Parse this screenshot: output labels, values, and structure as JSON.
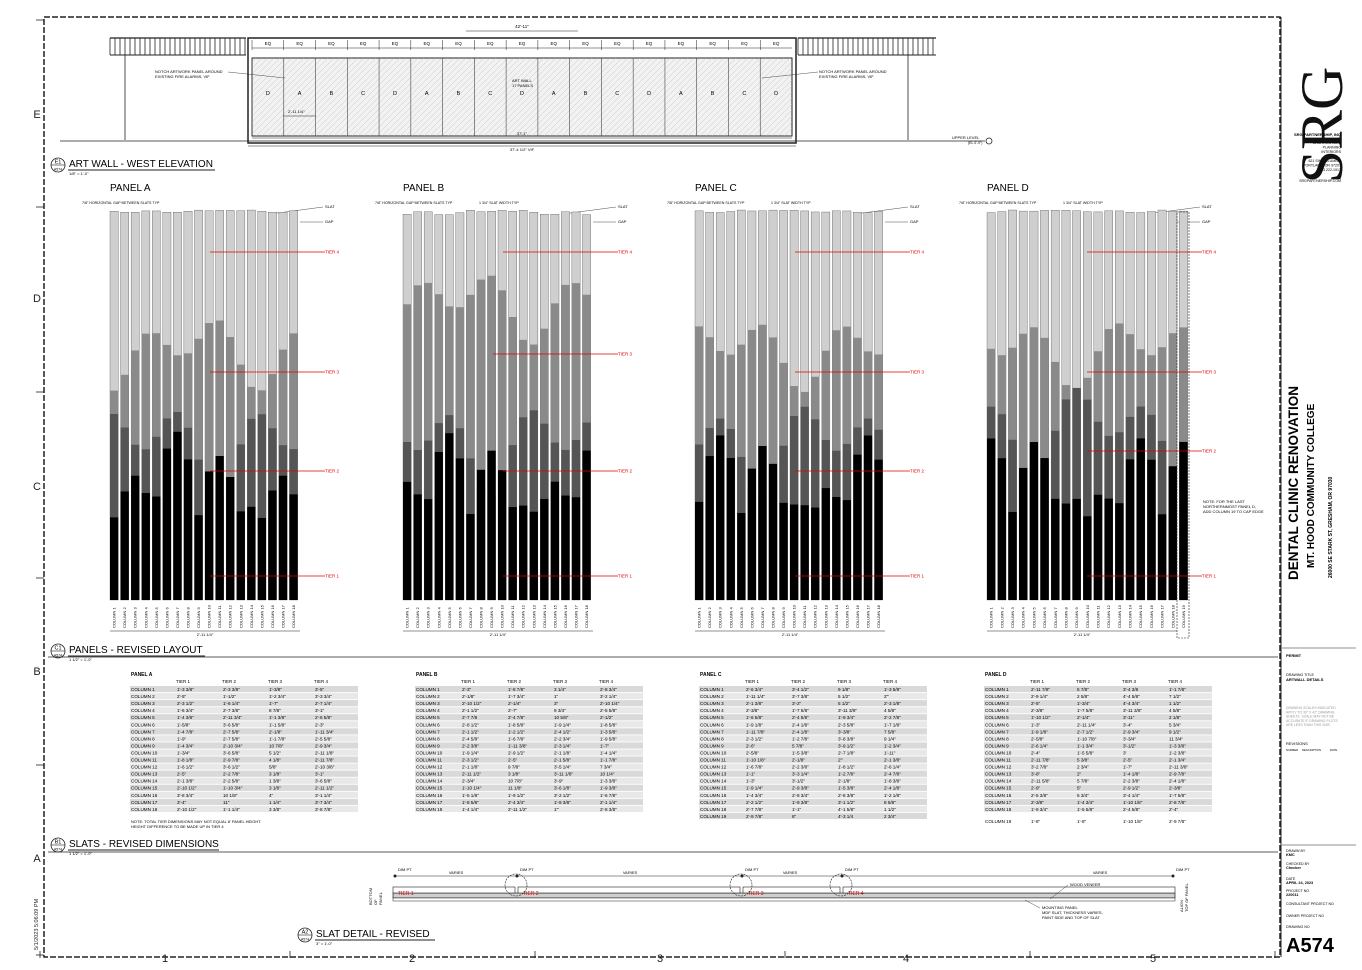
{
  "sheet": {
    "grid_cols": [
      "1",
      "2",
      "3",
      "4",
      "5"
    ],
    "grid_rows": [
      "E",
      "D",
      "C",
      "B",
      "A"
    ],
    "timestamp": "5/1/2023 5:06:09 PM"
  },
  "elevation": {
    "number": "E1",
    "ref": "A574",
    "title": "ART WALL - WEST ELEVATION",
    "scale": "1/8\" = 1'-0\"",
    "top_dim": "42'-11\"",
    "eq": "EQ",
    "panel_sequence": [
      "D",
      "A",
      "B",
      "C",
      "D",
      "A",
      "B",
      "C",
      "D",
      "A",
      "B",
      "C",
      "D",
      "A",
      "B",
      "C",
      "D"
    ],
    "note_left": [
      "NOTCH ARTWORK PANEL AROUND",
      "EXISTING FIRE ALARMS, VIF"
    ],
    "note_mid": [
      "ART WALL",
      "17 PANELS"
    ],
    "note_right": [
      "NOTCH ARTWORK PANEL AROUND",
      "EXISTING FIRE ALARMS, VIF"
    ],
    "dim_panel": "2'-11 1/4\"",
    "dim_inner": "37'-1\"",
    "dim_overall": "37'-4 1/2\" VIF",
    "upper_level": "UPPER LEVEL",
    "upper_level_el": "(EL 0'-0\")"
  },
  "panels_section": {
    "number": "C1",
    "ref": "A574",
    "title": "PANELS - REVISED LAYOUT",
    "scale": "1 1/2\" = 1'-0\"",
    "note_gap": "7/8\" HORIZONTAL GAP BETWEEN SLATS TYP",
    "note_width": "1 3/4\" SLAT WIDTH TYP",
    "slat": "SLAT",
    "gap": "GAP",
    "width_dim": "2'-11 1/4\"",
    "last_note": [
      "NOTE: FOR THE LAST",
      "NORTHERNMOST PANEL D,",
      "ADD COLUMN 19 TO CAP EDGE"
    ],
    "tier_labels": [
      "TIER 1",
      "TIER 2",
      "TIER 3",
      "TIER 4"
    ],
    "column_prefix": "COLUMN",
    "panels": [
      {
        "title": "PANEL A",
        "columns": 18,
        "tier_heights": [
          0.21,
          0.4,
          0.64,
          0.85
        ]
      },
      {
        "title": "PANEL B",
        "columns": 18,
        "tier_heights": [
          0.21,
          0.4,
          0.76,
          0.98
        ]
      },
      {
        "title": "PANEL C",
        "columns": 18,
        "tier_heights": [
          0.21,
          0.4,
          0.64,
          0.85
        ]
      },
      {
        "title": "PANEL D",
        "columns": 19,
        "tier_heights": [
          0.21,
          0.44,
          0.64,
          0.85
        ]
      }
    ]
  },
  "slats_section": {
    "number": "B1",
    "ref": "A574",
    "title": "SLATS - REVISED DIMENSIONS",
    "scale": "1 1/2\" = 1'-0\"",
    "headers": [
      "TIER 1",
      "TIER 2",
      "TIER 3",
      "TIER 4"
    ],
    "note": [
      "NOTE: TOTAL TIER DIMENSIONS MAY NOT EQUAL 8' PANEL HEIGHT.",
      "HEIGHT DIFFERENCE TO BE MADE UP IN TIER 4"
    ],
    "tables": [
      {
        "title": "PANEL A",
        "rows": [
          [
            "COLUMN 1",
            "1'-3 3/8\"",
            "2'-3 3/8\"",
            "1'-3/8\"",
            "3'-5\""
          ],
          [
            "COLUMN 2",
            "2'-5\"",
            "1'-1/2\"",
            "1'-2 3/4\"",
            "3'-3 3/4\""
          ],
          [
            "COLUMN 3",
            "2'-3 1/2\"",
            "1'-6 1/4\"",
            "1'-7\"",
            "2'-7 1/4\""
          ],
          [
            "COLUMN 4",
            "1'-6 3/4\"",
            "2'-7 3/8\"",
            "8 7/8\"",
            "3'-1\""
          ],
          [
            "COLUMN 5",
            "1'-4 3/8\"",
            "2'-11 3/4\"",
            "1'-1 3/8\"",
            "2'-6 5/8\""
          ],
          [
            "COLUMN 6",
            "1'-5/8\"",
            "3'-6 5/8\"",
            "1'-1 5/8\"",
            "2'-3\""
          ],
          [
            "COLUMN 7",
            "1'-4 7/8\"",
            "2'-7 5/8\"",
            "2'-1/8\"",
            "1'-11 3/4\""
          ],
          [
            "COLUMN 8",
            "1'-9\"",
            "2'-7 5/8\"",
            "1'-1 7/8\"",
            "2'-5 5/8\""
          ],
          [
            "COLUMN 9",
            "1'-4 3/4\"",
            "2'-10 3/4\"",
            "10 7/8\"",
            "2'-9 3/4\""
          ],
          [
            "COLUMN 10",
            "1'-3/4\"",
            "3'-6 5/8\"",
            "5 1/2\"",
            "2'-11 1/8\""
          ],
          [
            "COLUMN 11",
            "1'-8 1/8\"",
            "2'-9 7/8\"",
            "4 1/8\"",
            "2'-11 7/8\""
          ],
          [
            "COLUMN 12",
            "1'-6 1/2\"",
            "3'-6 1/2\"",
            "5/8\"",
            "2'-10 3/8\""
          ],
          [
            "COLUMN 13",
            "2'-5\"",
            "2'-2 7/8\"",
            "3 1/8\"",
            "3'-1\""
          ],
          [
            "COLUMN 14",
            "2'-1 3/8\"",
            "2'-2 5/8\"",
            "1 3/8\"",
            "3'-6 5/8\""
          ],
          [
            "COLUMN 15",
            "2'-10 1/2\"",
            "1'-10 3/4\"",
            "3 1/8\"",
            "2'-11 1/2\""
          ],
          [
            "COLUMN 16",
            "3'-8 3/4\"",
            "10 1/8\"",
            "4\"",
            "3'-1 1/4\""
          ],
          [
            "COLUMN 17",
            "3'-4\"",
            "11\"",
            "1 1/4\"",
            "3'-7 3/4\""
          ],
          [
            "COLUMN 18",
            "2'-10 1/2\"",
            "1'-1 1/4\"",
            "3 3/8\"",
            "3'-8 7/8\""
          ]
        ]
      },
      {
        "title": "PANEL B",
        "rows": [
          [
            "COLUMN 1",
            "2'-3\"",
            "1'-8 7/8\"",
            "3 1/4\"",
            "2'-8 3/4\""
          ],
          [
            "COLUMN 2",
            "2'-1/8\"",
            "1'-7 3/4\"",
            "1\"",
            "3'-2 1/4\""
          ],
          [
            "COLUMN 3",
            "2'-10 1/2\"",
            "2'-1/4\"",
            "3\"",
            "2'-10 1/4\""
          ],
          [
            "COLUMN 4",
            "2'-1 1/2\"",
            "2'-7\"",
            "9 3/4\"",
            "2'-5 5/8\""
          ],
          [
            "COLUMN 5",
            "2'-7 7/8",
            "2'-4 7/8\"",
            "10 5/8\"",
            "2'-1/2\""
          ],
          [
            "COLUMN 6",
            "2'-8 1/2\"",
            "1'-8 5/8\"",
            "1'-9 1/4\"",
            "1'-8 5/8\""
          ],
          [
            "COLUMN 7",
            "2'-1 1/2\"",
            "1'-2 1/2\"",
            "2'-4 1/2\"",
            "1'-3 5/8\""
          ],
          [
            "COLUMN 8",
            "2'-4 5/8\"",
            "1'-6 7/8\"",
            "2'-2 3/4\"",
            "1'-9 5/8\""
          ],
          [
            "COLUMN 9",
            "2'-2 3/8\"",
            "1'-11 3/8\"",
            "2'-3 1/4\"",
            "1'-7\""
          ],
          [
            "COLUMN 10",
            "1'-9 1/4\"",
            "2'-9 1/2\"",
            "2'-1 1/8\"",
            "1'-4 1/4\""
          ],
          [
            "COLUMN 11",
            "2'-3 1/2\"",
            "2'-5\"",
            "2'-1 5/8\"",
            "1'-1 7/8\""
          ],
          [
            "COLUMN 12",
            "2'-1 1/8\"",
            "9 7/8\"",
            "3'-5 1/4\"",
            "7 3/4\""
          ],
          [
            "COLUMN 13",
            "2'-11 1/2\"",
            "3 1/8\"",
            "3'-11 1/8\"",
            "10 1/4\""
          ],
          [
            "COLUMN 14",
            "2'-3/4\"",
            "10 7/8\"",
            "3'-9\"",
            "1'-3 3/8\""
          ],
          [
            "COLUMN 15",
            "1'-10 1/4\"",
            "11 1/8\"",
            "3'-6 1/8\"",
            "1'-9 3/8\""
          ],
          [
            "COLUMN 16",
            "1'-5 1/8\"",
            "1'-9 1/2\"",
            "3'-2 1/2\"",
            "1'-6 7/8\""
          ],
          [
            "COLUMN 17",
            "1'-8 5/8\"",
            "2'-4 3/4\"",
            "1'-9 3/8\"",
            "2'-1 1/4\""
          ],
          [
            "COLUMN 18",
            "1'-4 1/4\"",
            "2'-11 1/2\"",
            "1'\"",
            "2'-8 3/8\""
          ]
        ]
      },
      {
        "title": "PANEL C",
        "rows": [
          [
            "COLUMN 1",
            "2'-6 3/4\"",
            "3'-4 1/2\"",
            "9 1/8\"",
            "1'-3 5/8\""
          ],
          [
            "COLUMN 2",
            "1'-11 1/4\"",
            "3'-7 3/8\"",
            "5 1/2\"",
            "2'\""
          ],
          [
            "COLUMN 3",
            "2'-1 3/8\"",
            "3'-2\"",
            "5 1/2\"",
            "2'-3 1/8\""
          ],
          [
            "COLUMN 4",
            "2'-3/8\"",
            "1'-7 5/8\"",
            "3'-11 3/8\"",
            "4 5/8\""
          ],
          [
            "COLUMN 5",
            "1'-6 5/8\"",
            "2'-4 5/8\"",
            "1'-9 3/4\"",
            "2'-2 7/8\""
          ],
          [
            "COLUMN 6",
            "1'-9 1/8\"",
            "2'-4 1/8\"",
            "2'-3 5/8\"",
            "1'-7 1/8\""
          ],
          [
            "COLUMN 7",
            "1'-11 7/8\"",
            "2'-4 1/8\"",
            "3'-3/8\"",
            "7 5/8\""
          ],
          [
            "COLUMN 8",
            "2'-3 1/2\"",
            "1'-2 7/8\"",
            "3'-8 3/8\"",
            "9 1/4\""
          ],
          [
            "COLUMN 9",
            "2'-6\"",
            "5 7/8\"",
            "3'-9 1/2\"",
            "1'-2 3/4\""
          ],
          [
            "COLUMN 10",
            "2'-5/8\"",
            "1'-5 3/8\"",
            "2'-7 1/8\"",
            "1'-11\""
          ],
          [
            "COLUMN 11",
            "1'-10 1/8\"",
            "2'-1/8\"",
            "2'\"",
            "2'-1 3/8\""
          ],
          [
            "COLUMN 12",
            "1'-6 7/8\"",
            "2'-2 3/8\"",
            "1'-8 1/2\"",
            "2'-6 1/4\""
          ],
          [
            "COLUMN 13",
            "1'-1\"",
            "3'-3 1/4\"",
            "1'-2 7/8\"",
            "2'-4 7/8\""
          ],
          [
            "COLUMN 14",
            "1'-3\"",
            "3'-1/2\"",
            "2'-1/8\"",
            "1'-8 3/8\""
          ],
          [
            "COLUMN 15",
            "1'-9 1/4\"",
            "2'-9 3/8\"",
            "1'-5 3/8\"",
            "2'-4 1/8\""
          ],
          [
            "COLUMN 16",
            "1'-4 3/4\"",
            "2'-8 3/4\"",
            "2'-8 3/8\"",
            "1'-2 1/8\""
          ],
          [
            "COLUMN 17",
            "2'-2 1/2\"",
            "1'-9 3/8\"",
            "3'-1 1/2\"",
            "8 5/8\""
          ],
          [
            "COLUMN 18",
            "2'-7 7/8\"",
            "1'-1\"",
            "4'-1 5/8\"",
            "1 1/2\""
          ],
          [
            "COLUMN 19",
            "2'-9 7/8\"",
            "8\"",
            "4'-3 1/4",
            "2 3/4\""
          ]
        ]
      },
      {
        "title": "PANEL D",
        "rows": [
          [
            "COLUMN 1",
            "2'-11 7/8\"",
            "5 7/8\"",
            "3'-4 3/8",
            "1'-1 7/8\""
          ],
          [
            "COLUMN 2",
            "2'-9 1/4\"",
            "2 5/8\"",
            "4'-4 5/8\"",
            "7 1/2\""
          ],
          [
            "COLUMN 3",
            "2'-5\"",
            "1'-3/4\"",
            "4'-4 3/4\"",
            "1 1/2\""
          ],
          [
            "COLUMN 4",
            "2'-3/8\"",
            "1'-7 5/8\"",
            "3'-11 3/8\"",
            "4 5/8\""
          ],
          [
            "COLUMN 5",
            "1'-10 1/2\"",
            "2'-1/4\"",
            "3'-11\"",
            "2 1/8\""
          ],
          [
            "COLUMN 6",
            "1'-3\"",
            "2'-11 1/4\"",
            "3'-4\"",
            "5 3/4\""
          ],
          [
            "COLUMN 7",
            "1'-9 1/8\"",
            "2'-7 1/2\"",
            "2'-9 3/4\"",
            "9 1/2\""
          ],
          [
            "COLUMN 8",
            "2'-5/8\"",
            "1'-10 7/8\"",
            "3'-3/4\"",
            "11 3/4\""
          ],
          [
            "COLUMN 9",
            "2'-6 1/4\"",
            "1'-1 3/4\"",
            "3'-1/2\"",
            "1'-3 3/8\""
          ],
          [
            "COLUMN 10",
            "2'-4\"",
            "1'-5 5/8\"",
            "3'",
            "1'-2 3/8\""
          ],
          [
            "COLUMN 11",
            "2'-11 7/8\"",
            "5 3/8\"",
            "2'-5\"",
            "2'-1 3/4\""
          ],
          [
            "COLUMN 12",
            "3'-2 7/8\"",
            "2 3/4\"",
            "1'-7\"",
            "2'-11 3/8\""
          ],
          [
            "COLUMN 13",
            "3'-8\"",
            "2\"",
            "1'-4 1/8\"",
            "2'-9 7/8\""
          ],
          [
            "COLUMN 14",
            "2'-11 5/8\"",
            "5 7/8\"",
            "2'-2 3/8\"",
            "2'-4 1/8\""
          ],
          [
            "COLUMN 15",
            "2'-9\"",
            "5\"",
            "2'-9 1/2\"",
            "2'-3/8\""
          ],
          [
            "COLUMN 16",
            "2'-5 3/8\"",
            "6 3/4\"",
            "3'-4 1/4\"",
            "1'-7 5/8\""
          ],
          [
            "COLUMN 17",
            "2'-3/8\"",
            "1'-4 3/4\"",
            "1'-10 1/8\"",
            "2'-8 7/8\""
          ],
          [
            "COLUMN 18",
            "1'-9 3/4\"",
            "1'-5 5/8\"",
            "2'-4 5/8\"",
            "2'-4\""
          ],
          [
            "COLUMN 19",
            "1'-8\"",
            "1'-8\"",
            "1'-10 1/8\"",
            "2'-9 7/8\""
          ]
        ]
      }
    ]
  },
  "slat_detail": {
    "number": "A2",
    "ref": "A574",
    "title": "SLAT DETAIL - REVISED",
    "scale": "3\" = 1'-0\"",
    "tiers": [
      "TIER 1",
      "TIER 2",
      "TIER 3",
      "TIER 4"
    ],
    "dim_pt": "DIM PT",
    "varies": "VARIES",
    "bottom_label": [
      "BOTTOM",
      "OF",
      "PANEL"
    ],
    "top_label": [
      "ALIGN",
      "TOP OF PANEL"
    ],
    "wood_veneer": "WOOD VENEER",
    "mounting_panel": "MOUNTING PANEL",
    "mdf_note": [
      "MDF SLAT, THICKNESS VARIES,",
      "PAINT SIDE AND TOP OF SLAT"
    ]
  },
  "title_block": {
    "logo": "SRG",
    "firm": "SRG PARTNERSHIP, INC.",
    "services": [
      "ARCHITECTURE",
      "PLANNING",
      "INTERIORS"
    ],
    "address": [
      "621 SW COLUMBIA",
      "PORTLAND, OR 97201",
      "503.222.1917"
    ],
    "website": "SRGPARTNERSHIP.COM",
    "project": "DENTAL CLINIC RENOVATION",
    "client": "MT. HOOD COMMUNITY COLLEGE",
    "project_address": "26000 SE STARK ST, GRESHAM, OR 97030",
    "permit": "PERMIT",
    "drawing_title_label": "DRAWING TITLE",
    "drawing_title": "ARTWALL DETAILS",
    "scale_note": [
      "DRAWING SCALES INDICATED",
      "APPLY TO 30\" X 42\" DRAWING",
      "SHEETS. SCALE MAY NOT BE",
      "ACCURATE IF DRAWING PLOTS",
      "ARE LESS THAN THIS SIZE."
    ],
    "revisions_label": "REVISIONS",
    "rev_headers": [
      "NUMBER",
      "DESCRIPTION",
      "DATE"
    ],
    "drawn_by_label": "DRAWN BY",
    "drawn_by": "KMC",
    "checked_by_label": "CHECKED BY",
    "checked_by": "Checker",
    "date_label": "DATE",
    "date": "APRIL 24, 2023",
    "project_no_label": "PROJECT NO",
    "project_no": "220011",
    "consultant_label": "CONSULTANT PROJECT NO",
    "owner_label": "OWNER PROJECT NO",
    "drawing_no_label": "DRAWING NO",
    "drawing_no": "A574"
  }
}
